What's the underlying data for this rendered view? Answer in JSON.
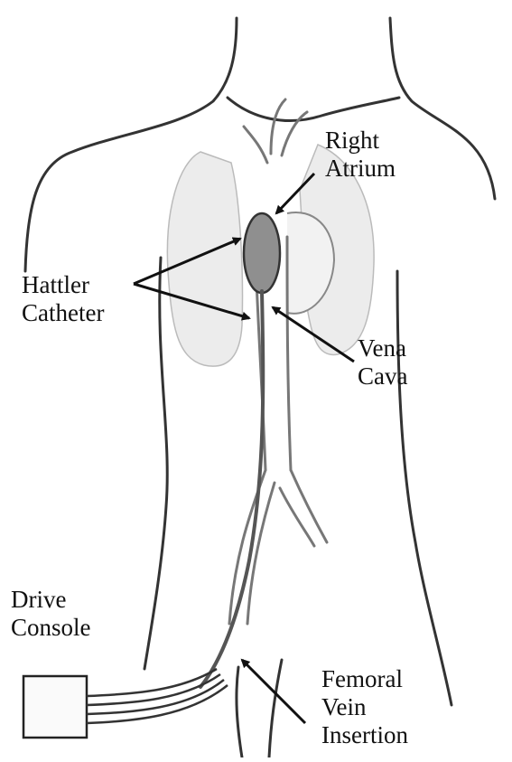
{
  "labels": {
    "right_atrium": [
      "Right",
      "Atrium"
    ],
    "hattler_catheter": [
      "Hattler",
      "Catheter"
    ],
    "vena_cava": [
      "Vena",
      "Cava"
    ],
    "drive_console": [
      "Drive",
      "Console"
    ],
    "femoral_vein_insertion": [
      "Femoral",
      "Vein",
      "Insertion"
    ]
  },
  "colors": {
    "ink": "#111111",
    "outline": "#333333",
    "lung_fill": "#ececec",
    "vessel": "#777777"
  }
}
